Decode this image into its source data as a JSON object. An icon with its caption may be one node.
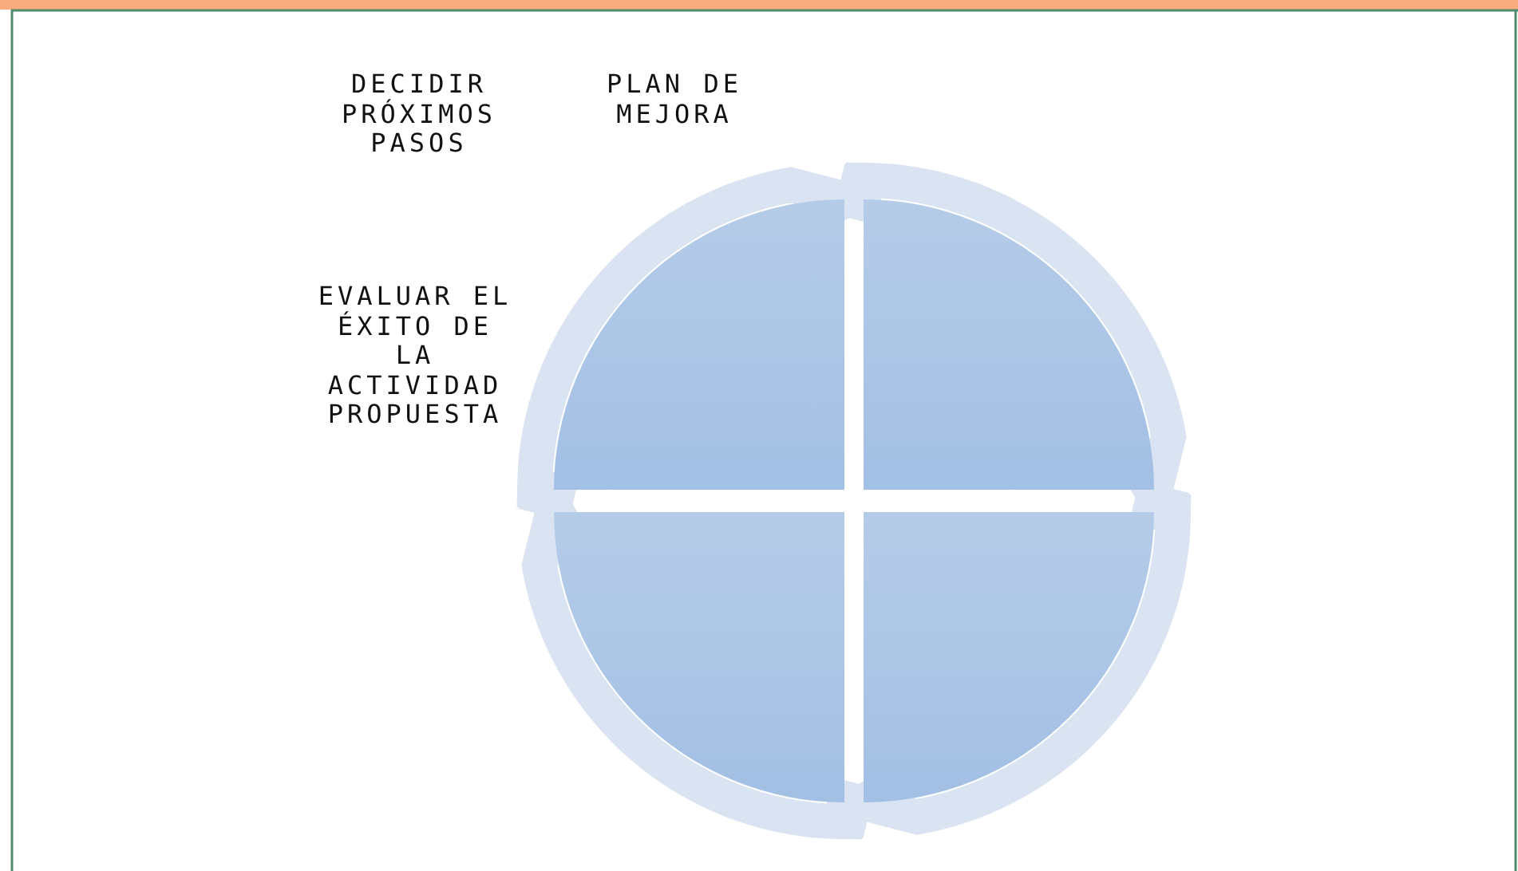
{
  "diagram": {
    "nodes": [
      {
        "text": [],
        "shape": "quadrant"
      },
      {
        "text": [],
        "shape": "quadrant"
      },
      {
        "text": [],
        "shape": "quadrant"
      },
      {
        "text": [],
        "shape": "quadrant"
      }
    ],
    "edges": [
      {
        "from": 0,
        "to": 1,
        "arrow": "to"
      },
      {
        "from": 1,
        "to": 3,
        "arrow": "to"
      },
      {
        "from": 3,
        "to": 2,
        "arrow": "to"
      },
      {
        "from": 2,
        "to": 0,
        "arrow": "to"
      }
    ],
    "labels": [
      "DECIDIR PRÓXIMOS PASOS",
      "PLAN DE MEJORA",
      "EVALUAR EL ÉXITO DE LA ACTIVIDAD PROPUESTA"
    ]
  }
}
